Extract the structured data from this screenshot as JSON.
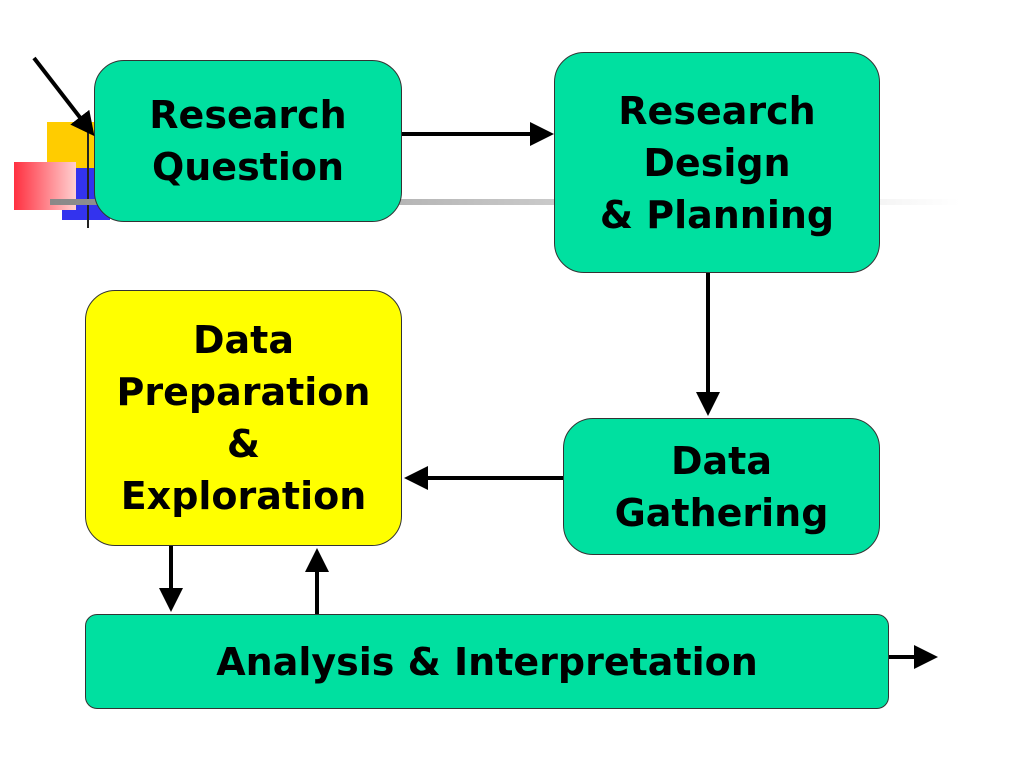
{
  "slide": {
    "nodes": {
      "research_question": "Research\nQuestion",
      "research_design": "Research\nDesign\n& Planning",
      "data_preparation": "Data\nPreparation\n&\nExploration",
      "data_gathering": "Data\nGathering",
      "analysis": "Analysis & Interpretation"
    },
    "colors": {
      "process_fill": "#00e0a0",
      "highlight_fill": "#ffff00",
      "arrow": "#000000"
    }
  }
}
